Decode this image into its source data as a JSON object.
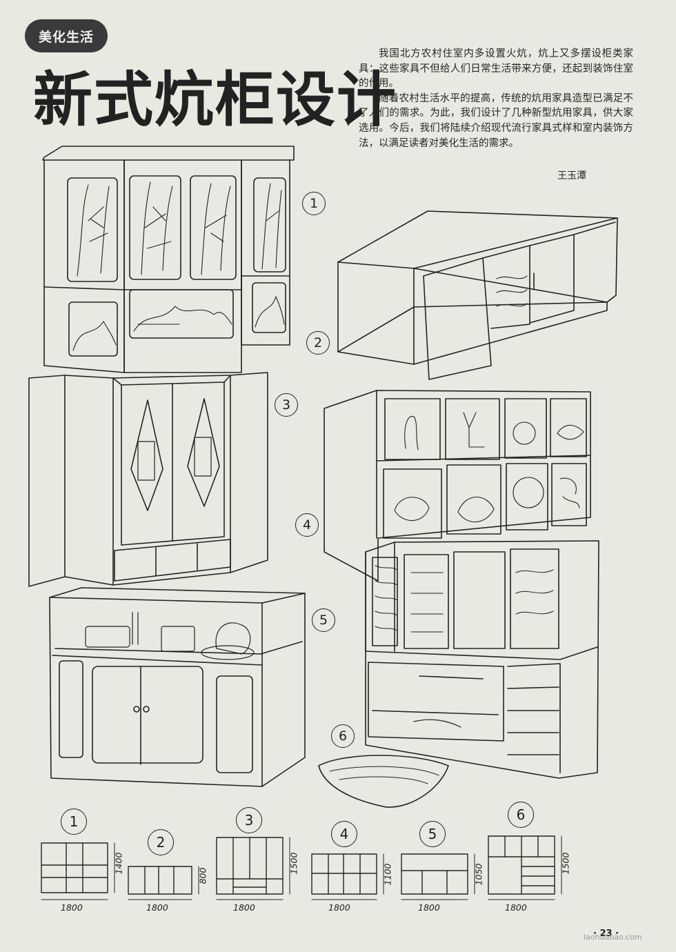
{
  "section_tag": "美化生活",
  "headline": "新式炕柜设计",
  "intro": [
    "我国北方农村住室内多设置火炕，炕上又多摆设柜类家具：这些家具不但给人们日常生活带来方便，还起到装饰住室的作用。",
    "随着农村生活水平的提高，传统的炕用家具造型已满足不了人们的需求。为此，我们设计了几种新型炕用家具，供大家选用。今后，我们将陆续介绍现代流行家具式样和室内装饰方法，以满足读者对美化生活的需求。"
  ],
  "author": "王玉潭",
  "figures": {
    "f1": "1",
    "f2": "2",
    "f3": "3",
    "f4": "4",
    "f5": "5",
    "f6": "6"
  },
  "dimensions": [
    {
      "num": "1",
      "width": "1800",
      "height": "1400"
    },
    {
      "num": "2",
      "width": "1800",
      "height": "800"
    },
    {
      "num": "3",
      "width": "1800",
      "height": "1500"
    },
    {
      "num": "4",
      "width": "1800",
      "height": "1100"
    },
    {
      "num": "5",
      "width": "1800",
      "height": "1050"
    },
    {
      "num": "6",
      "width": "1800",
      "height": "1500"
    }
  ],
  "page_number": "· 23 ·",
  "watermark": "laohuabao.com"
}
